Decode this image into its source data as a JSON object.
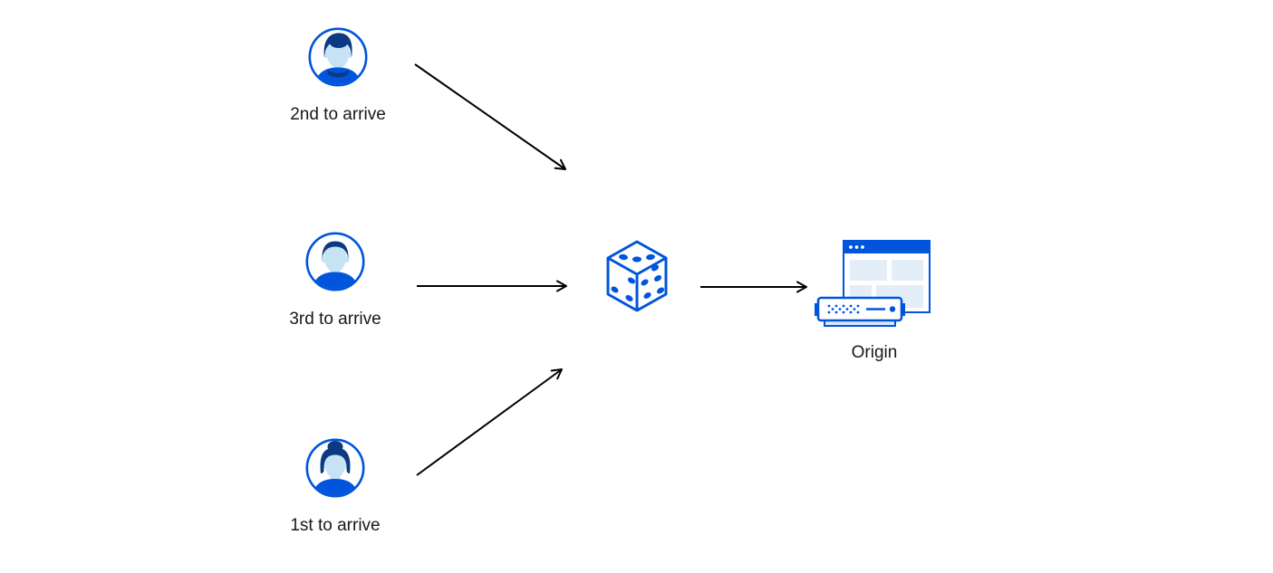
{
  "diagram": {
    "clients": [
      {
        "label": "2nd to arrive",
        "icon": "avatar-man-wavy-hair-icon"
      },
      {
        "label": "3rd to arrive",
        "icon": "avatar-man-short-hair-icon"
      },
      {
        "label": "1st to arrive",
        "icon": "avatar-woman-bun-icon"
      }
    ],
    "selector": {
      "icon": "dice-icon"
    },
    "origin": {
      "label": "Origin",
      "icons": [
        "browser-window-icon",
        "server-icon"
      ]
    }
  },
  "colors": {
    "primary_blue": "#0055dc",
    "dark_navy": "#0b3a82",
    "skin_light_blue": "#c6e3f5",
    "pale_block_blue": "#e3eef9",
    "arrow_black": "#000000",
    "text": "#17181a",
    "background": "#ffffff"
  }
}
